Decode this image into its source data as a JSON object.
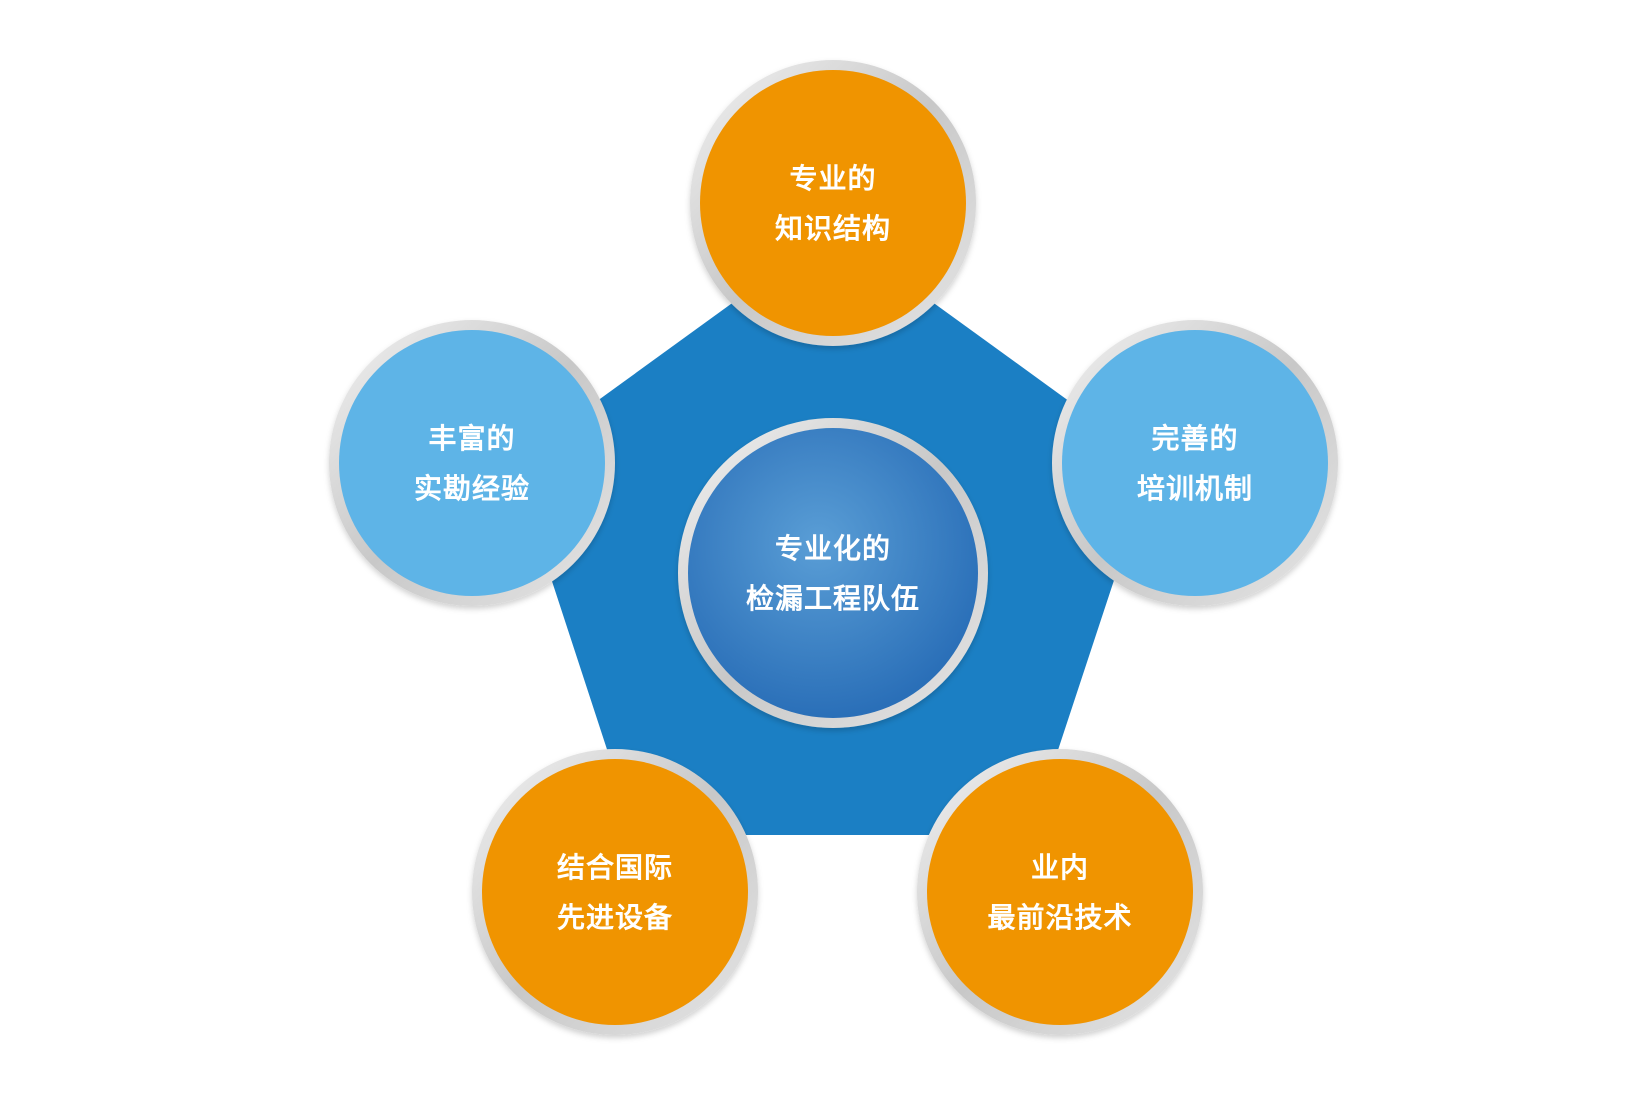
{
  "diagram": {
    "colors": {
      "pentagon": "#1b7fc4",
      "orange": "#f09400",
      "light_blue": "#5eb4e7",
      "center_blue": "#2e7bc4",
      "ring": "#d3d3d3"
    },
    "center": {
      "line1": "专业化的",
      "line2": "检漏工程队伍"
    },
    "nodes": [
      {
        "id": "top",
        "line1": "专业的",
        "line2": "知识结构",
        "color": "orange"
      },
      {
        "id": "right",
        "line1": "完善的",
        "line2": "培训机制",
        "color": "light_blue"
      },
      {
        "id": "bottom-right",
        "line1": "业内",
        "line2": "最前沿技术",
        "color": "orange"
      },
      {
        "id": "bottom-left",
        "line1": "结合国际",
        "line2": "先进设备",
        "color": "orange"
      },
      {
        "id": "left",
        "line1": "丰富的",
        "line2": "实勘经验",
        "color": "light_blue"
      }
    ]
  }
}
